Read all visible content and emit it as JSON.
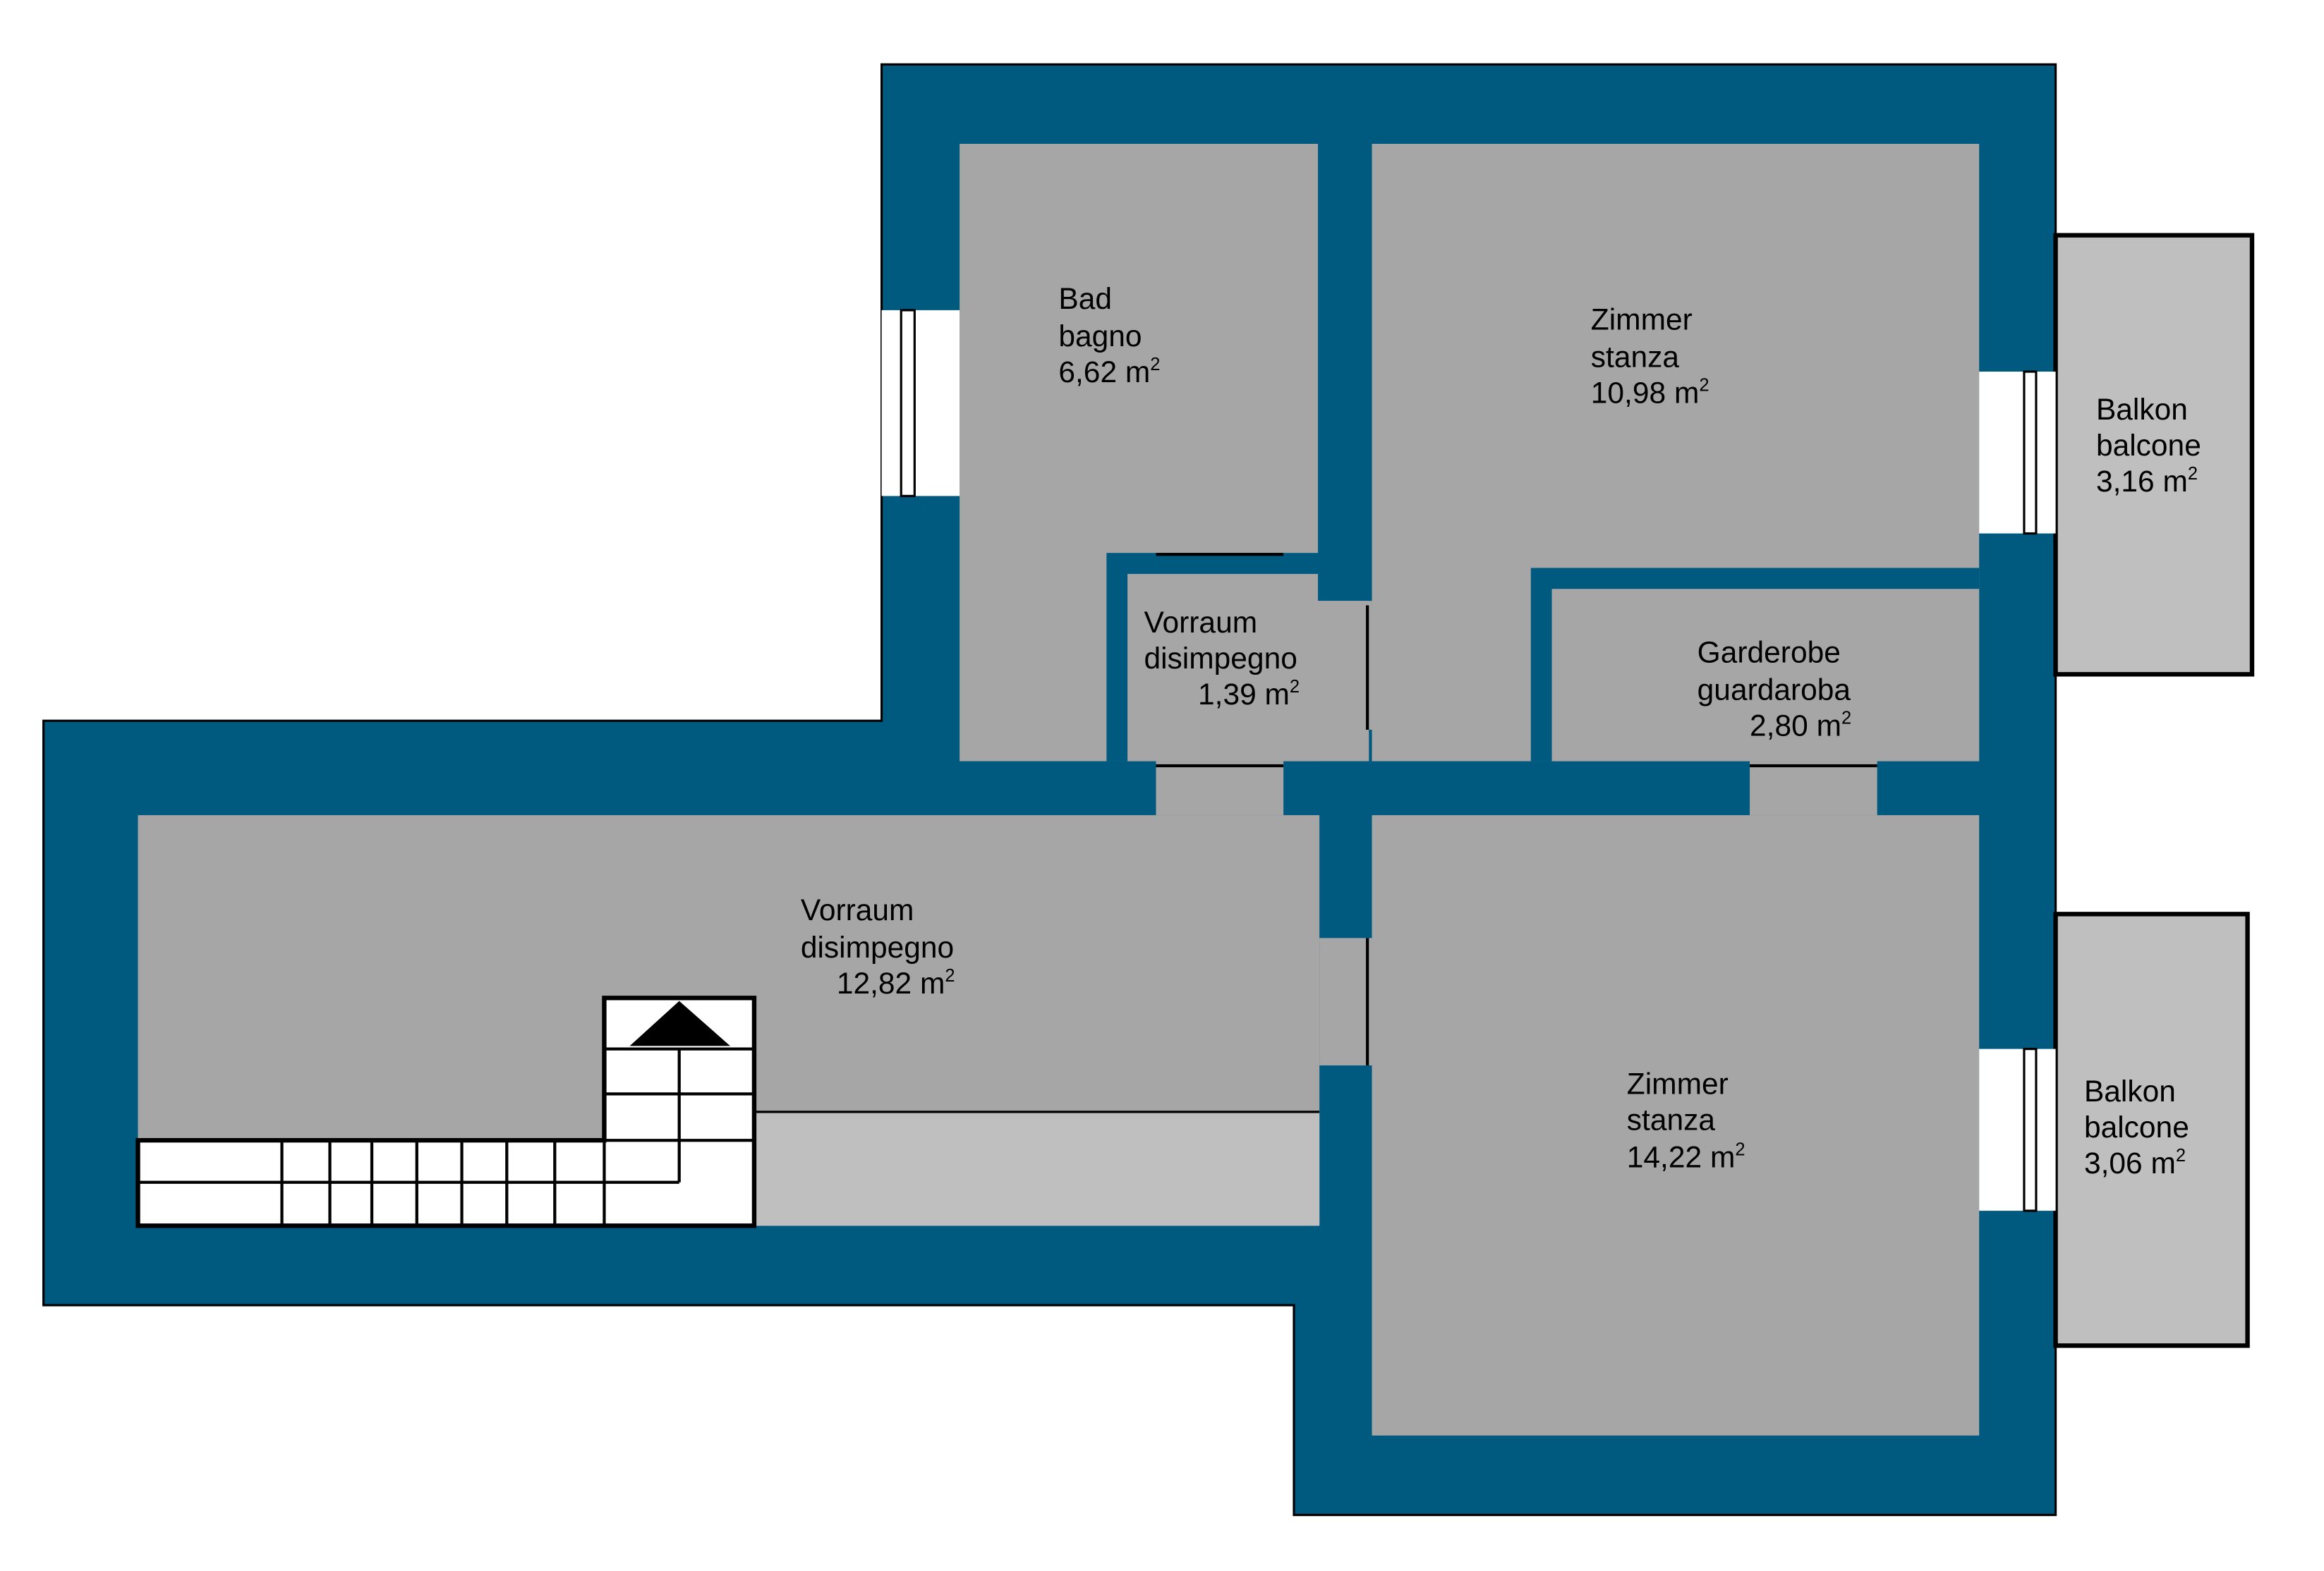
{
  "colors": {
    "wall": "#005a80",
    "room": "#a6a6a6",
    "balcony": "#bfbfbf",
    "stairs": "#ffffff"
  },
  "rooms": [
    {
      "id": "bad",
      "name_de": "Bad",
      "name_it": "bagno",
      "area": "6,62 m",
      "unit_sup": "2"
    },
    {
      "id": "zimmer-top",
      "name_de": "Zimmer",
      "name_it": "stanza",
      "area": "10,98 m",
      "unit_sup": "2"
    },
    {
      "id": "balkon-top",
      "name_de": "Balkon",
      "name_it": "balcone",
      "area": "3,16 m",
      "unit_sup": "2"
    },
    {
      "id": "vorraum-small",
      "name_de": "Vorraum",
      "name_it": "disimpegno",
      "area": "1,39 m",
      "unit_sup": "2"
    },
    {
      "id": "garderobe",
      "name_de": "Garderobe",
      "name_it": "guardaroba",
      "area": "2,80 m",
      "unit_sup": "2"
    },
    {
      "id": "vorraum-large",
      "name_de": "Vorraum",
      "name_it": "disimpegno",
      "area": "12,82 m",
      "unit_sup": "2"
    },
    {
      "id": "zimmer-bottom",
      "name_de": "Zimmer",
      "name_it": "stanza",
      "area": "14,22 m",
      "unit_sup": "2"
    },
    {
      "id": "balkon-bottom",
      "name_de": "Balkon",
      "name_it": "balcone",
      "area": "3,06 m",
      "unit_sup": "2"
    }
  ]
}
